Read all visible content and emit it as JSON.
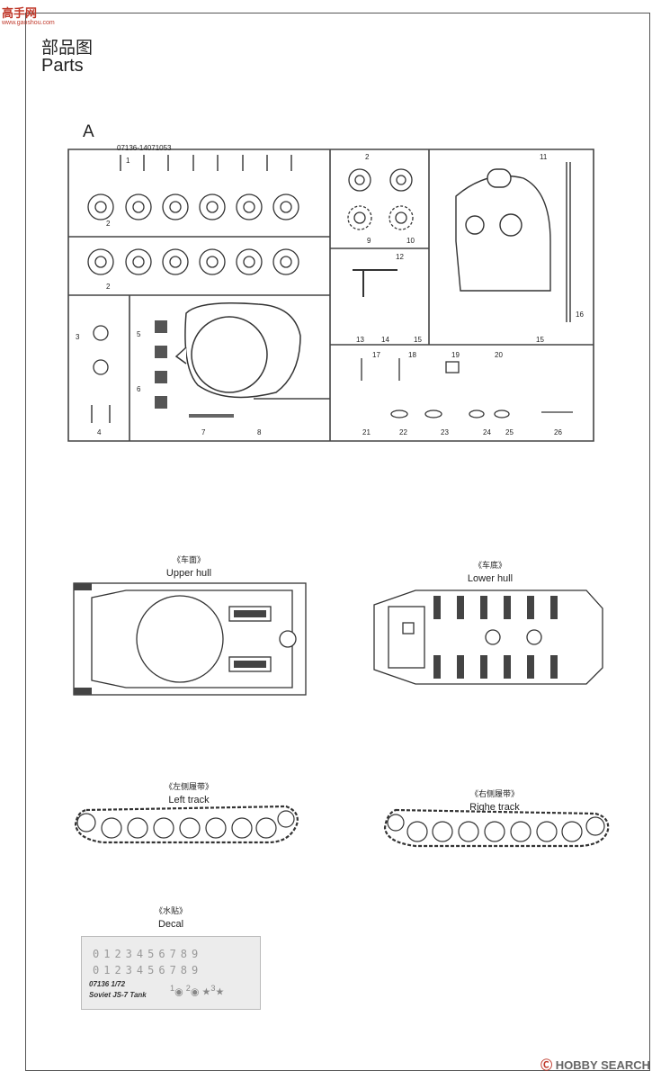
{
  "logo": {
    "text": "高手网",
    "sub": "www.gaoshou.com"
  },
  "header": {
    "title_cn": "部品图",
    "title_en": "Parts"
  },
  "sprue": {
    "letter": "A",
    "code": "07136-14071053",
    "numbers": [
      "1",
      "2",
      "2",
      "2",
      "3",
      "4",
      "5",
      "6",
      "7",
      "8",
      "9",
      "10",
      "11",
      "12",
      "13",
      "14",
      "15",
      "15",
      "16",
      "17",
      "18",
      "19",
      "20",
      "21",
      "22",
      "23",
      "24",
      "25",
      "26"
    ]
  },
  "views": {
    "upper": {
      "cn": "《车面》",
      "en": "Upper hull"
    },
    "lower": {
      "cn": "《车底》",
      "en": "Lower hull"
    },
    "left_track": {
      "cn": "《左侧履带》",
      "en": "Left track"
    },
    "right_track": {
      "cn": "《右侧履带》",
      "en": "Righe track"
    },
    "decal": {
      "cn": "《水贴》",
      "en": "Decal"
    }
  },
  "decal_sheet": {
    "row1": "0123456789",
    "row2": "0123456789",
    "code": "07136 1/72",
    "name": "Soviet JS-7 Tank",
    "markers": [
      "1",
      "2",
      "3"
    ]
  },
  "watermark": {
    "mark": "Ⓒ",
    "text": "HOBBY SEARCH"
  }
}
